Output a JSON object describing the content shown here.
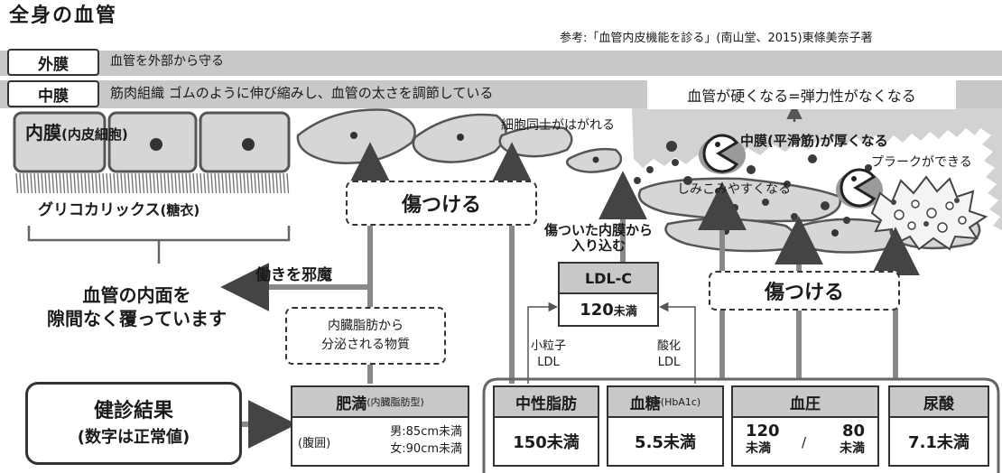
{
  "title": "全身の血管",
  "reference": "参考:「血管内皮機能を診る」(南山堂、2015)東條美奈子著",
  "layers": {
    "outer": {
      "tag": "外膜",
      "desc": "血管を外部から守る"
    },
    "middle": {
      "tag": "中膜",
      "desc": "筋肉組織 ゴムのように伸び縮みし、血管の太さを調節している"
    },
    "hardening": "血管が硬くなる=弾力性がなくなる",
    "inner_main": "内膜",
    "inner_sub": "(内皮細胞)",
    "glycocalyx_main": "グリコカリックス",
    "glycocalyx_sub": "(糖衣)"
  },
  "annotations": {
    "cells_peel": "細胞同士がはがれる",
    "media_thicken": "中膜(平滑筋)が厚くなる",
    "plaque": "プラークができる",
    "seep": "しみこみやすくなる",
    "damage_top": "傷つける",
    "damage_right": "傷つける",
    "enter_line1": "傷ついた内膜から",
    "enter_line2": "入り込む",
    "interfere": "働きを邪魔",
    "covers_line1": "血管の内面を",
    "covers_line2": "隙間なく覆っています",
    "visceral_line1": "内臓脂肪から",
    "visceral_line2": "分泌される物質",
    "small_ldl_line1": "小粒子",
    "small_ldl_line2": "LDL",
    "oxidized_ldl_line1": "酸化",
    "oxidized_ldl_line2": "LDL"
  },
  "ldl": {
    "label": "LDL-C",
    "value": "120",
    "unit": "未満"
  },
  "checkup": {
    "line1": "健診結果",
    "line2": "(数字は正常値)"
  },
  "obesity": {
    "label": "肥満",
    "sublabel": "(内臓脂肪型)",
    "waist": "(腹囲)",
    "male": "男:85cm未満",
    "female": "女:90cm未満"
  },
  "results": [
    {
      "key": "tg",
      "label": "中性脂肪",
      "sublabel": "",
      "value": "150未満"
    },
    {
      "key": "glucose",
      "label": "血糖",
      "sublabel": "(HbA1c)",
      "value": "5.5未満"
    },
    {
      "key": "bp",
      "label": "血圧",
      "sublabel": "",
      "sys": "120",
      "slash": "/",
      "dia": "80",
      "unit": "未満"
    },
    {
      "key": "ua",
      "label": "尿酸",
      "sublabel": "",
      "value": "7.1未満"
    }
  ]
}
